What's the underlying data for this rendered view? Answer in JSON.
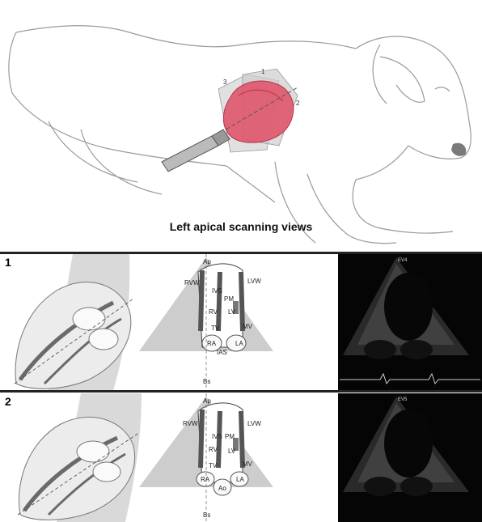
{
  "figure_title": "Left apical scanning views",
  "probe_positions": [
    "1",
    "2",
    "3"
  ],
  "rows": [
    {
      "number": "1",
      "echo_tag": "EV4",
      "labels": {
        "apex": "Ap",
        "base": "Bs",
        "rvw": "RVW",
        "ivs": "IVS",
        "lvw": "LVW",
        "pm": "PM",
        "rv": "RV",
        "lv": "LV",
        "tv": "TV",
        "mv": "MV",
        "ra": "RA",
        "la": "LA",
        "ias": "IAS"
      }
    },
    {
      "number": "2",
      "echo_tag": "EV5",
      "labels": {
        "apex": "Ap",
        "base": "Bs",
        "rvw": "RVW",
        "ivs": "IVS",
        "lvw": "LVW",
        "pm": "PM",
        "rv": "RV",
        "lv": "LV",
        "tv": "TV",
        "mv": "MV",
        "ra": "RA",
        "la": "LA",
        "ao": "Ao"
      }
    }
  ],
  "colors": {
    "heart": "#e0566b",
    "sector": "#c9c9c9",
    "wall": "#555555",
    "echo_bg": "#050505"
  }
}
